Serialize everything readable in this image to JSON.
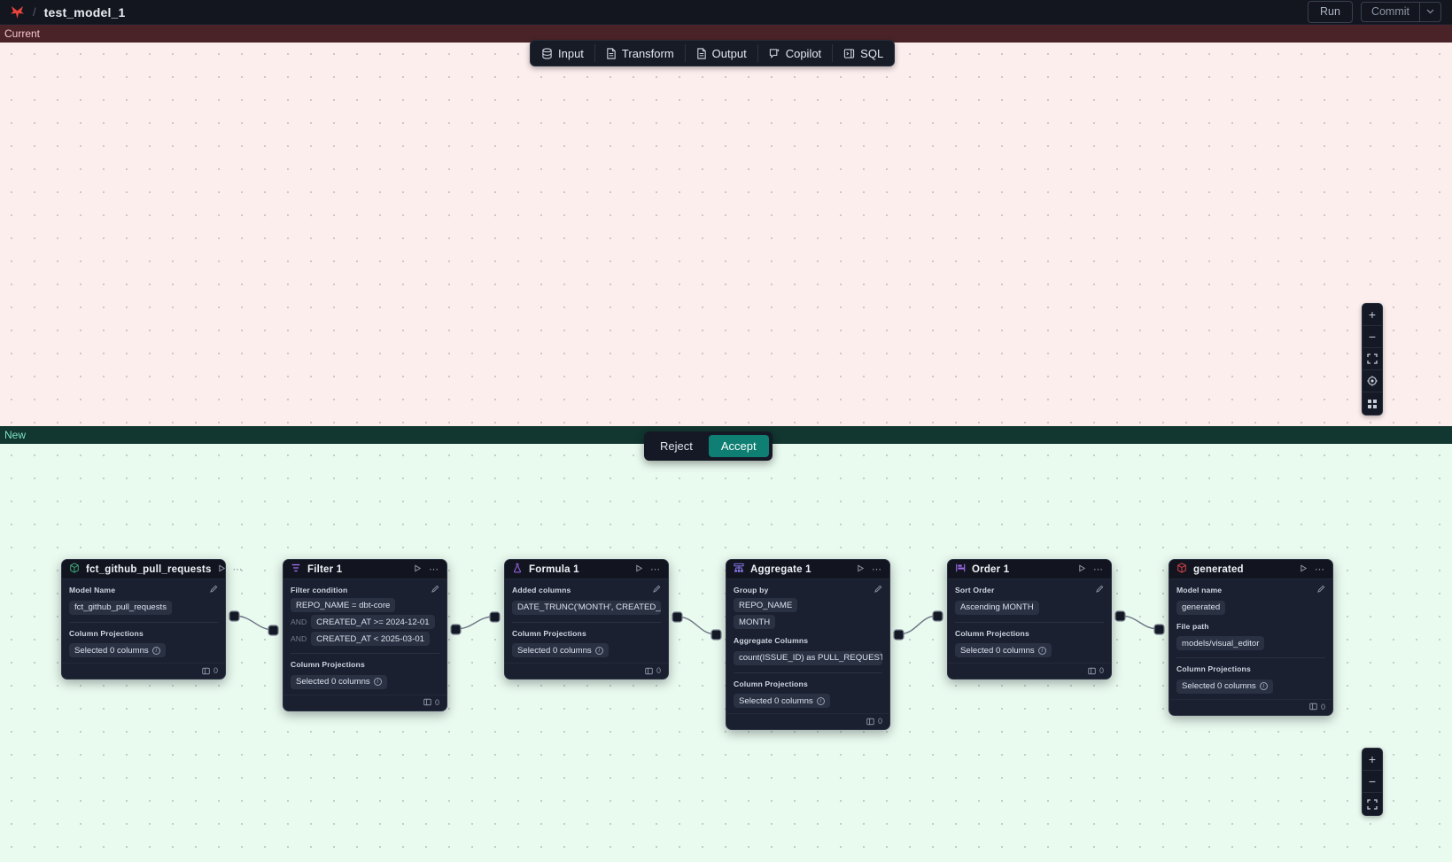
{
  "topbar": {
    "logo_icon": "x-mark-logo",
    "separator": "/",
    "title": "test_model_1",
    "run_label": "Run",
    "commit_label": "Commit",
    "commit_caret_icon": "chevron-down-icon"
  },
  "panes": {
    "current_label": "Current",
    "new_label": "New"
  },
  "toolbar": {
    "items": [
      {
        "label": "Input",
        "icon": "database-icon"
      },
      {
        "label": "Transform",
        "icon": "document-icon"
      },
      {
        "label": "Output",
        "icon": "document-icon"
      },
      {
        "label": "Copilot",
        "icon": "sparkle-chat-icon"
      },
      {
        "label": "SQL",
        "icon": "sql-panel-icon"
      }
    ]
  },
  "decide": {
    "reject_label": "Reject",
    "accept_label": "Accept",
    "accept_color": "#0e7f72"
  },
  "zoom_controls_top": [
    {
      "icon": "plus-icon",
      "glyph": "+"
    },
    {
      "icon": "minus-icon",
      "glyph": "−"
    },
    {
      "icon": "fit-screen-icon",
      "glyph": "⛶"
    },
    {
      "icon": "recenter-target-icon",
      "glyph": "◎"
    },
    {
      "icon": "grid-layout-icon",
      "glyph": "⌸"
    }
  ],
  "zoom_controls_bottom": [
    {
      "icon": "plus-icon",
      "glyph": "+"
    },
    {
      "icon": "minus-icon",
      "glyph": "−"
    },
    {
      "icon": "fit-screen-icon",
      "glyph": "⛶"
    }
  ],
  "nodes": [
    {
      "id": "input",
      "title": "fct_github_pull_requests",
      "icon": "cube-model-icon",
      "icon_color": "#3fae7c",
      "play_icon": "play-icon",
      "menu_icon": "ellipsis-icon",
      "edit_icon": "pencil-icon",
      "sections": [
        {
          "label": "Model Name",
          "pills": [
            {
              "text": "fct_github_pull_requests"
            }
          ],
          "editable": true
        },
        {
          "label": "Column Projections",
          "pills": [
            {
              "text": "Selected 0 columns",
              "info": true
            }
          ]
        }
      ],
      "footer_count": "0",
      "footer_icon": "columns-icon"
    },
    {
      "id": "filter",
      "title": "Filter 1",
      "icon": "filter-icon",
      "icon_color": "#a06cf0",
      "play_icon": "play-icon",
      "menu_icon": "ellipsis-icon",
      "edit_icon": "pencil-icon",
      "sections": [
        {
          "label": "Filter condition",
          "editable": true,
          "pills": [
            {
              "text": "REPO_NAME = dbt-core"
            },
            {
              "conj": "AND",
              "text": "CREATED_AT >= 2024-12-01"
            },
            {
              "conj": "AND",
              "text": "CREATED_AT < 2025-03-01"
            }
          ]
        },
        {
          "label": "Column Projections",
          "pills": [
            {
              "text": "Selected 0 columns",
              "info": true
            }
          ]
        }
      ],
      "footer_count": "0",
      "footer_icon": "columns-icon"
    },
    {
      "id": "formula",
      "title": "Formula 1",
      "icon": "flask-formula-icon",
      "icon_color": "#a06cf0",
      "play_icon": "play-icon",
      "menu_icon": "ellipsis-icon",
      "edit_icon": "pencil-icon",
      "sections": [
        {
          "label": "Added columns",
          "editable": true,
          "pills": [
            {
              "text": "DATE_TRUNC('MONTH', CREATED_AT…"
            }
          ]
        },
        {
          "label": "Column Projections",
          "pills": [
            {
              "text": "Selected 0 columns",
              "info": true
            }
          ]
        }
      ],
      "footer_count": "0",
      "footer_icon": "columns-icon"
    },
    {
      "id": "aggregate",
      "title": "Aggregate 1",
      "icon": "aggregate-icon",
      "icon_color": "#8f7bf5",
      "play_icon": "play-icon",
      "menu_icon": "ellipsis-icon",
      "edit_icon": "pencil-icon",
      "sections": [
        {
          "label": "Group by",
          "editable": true,
          "pills": [
            {
              "text": "REPO_NAME"
            },
            {
              "text": "MONTH"
            }
          ]
        },
        {
          "label": "Aggregate Columns",
          "pills": [
            {
              "text": "count(ISSUE_ID) as PULL_REQUEST_…"
            }
          ]
        },
        {
          "label": "Column Projections",
          "pills": [
            {
              "text": "Selected 0 columns",
              "info": true
            }
          ]
        }
      ],
      "footer_count": "0",
      "footer_icon": "columns-icon"
    },
    {
      "id": "order",
      "title": "Order 1",
      "icon": "sort-order-icon",
      "icon_color": "#a06cf0",
      "play_icon": "play-icon",
      "menu_icon": "ellipsis-icon",
      "edit_icon": "pencil-icon",
      "sections": [
        {
          "label": "Sort Order",
          "editable": true,
          "pills": [
            {
              "text": "Ascending MONTH"
            }
          ]
        },
        {
          "label": "Column Projections",
          "pills": [
            {
              "text": "Selected 0 columns",
              "info": true
            }
          ]
        }
      ],
      "footer_count": "0",
      "footer_icon": "columns-icon"
    },
    {
      "id": "output",
      "title": "generated",
      "icon": "cube-output-icon",
      "icon_color": "#e0474c",
      "play_icon": "play-icon",
      "menu_icon": "ellipsis-icon",
      "edit_icon": "pencil-icon",
      "sections": [
        {
          "label": "Model name",
          "editable": true,
          "pills": [
            {
              "text": "generated"
            }
          ]
        },
        {
          "label": "File path",
          "pills": [
            {
              "text": "models/visual_editor"
            }
          ]
        },
        {
          "label": "Column Projections",
          "pills": [
            {
              "text": "Selected 0 columns",
              "info": true
            }
          ]
        }
      ],
      "footer_count": "0",
      "footer_icon": "columns-icon"
    }
  ]
}
